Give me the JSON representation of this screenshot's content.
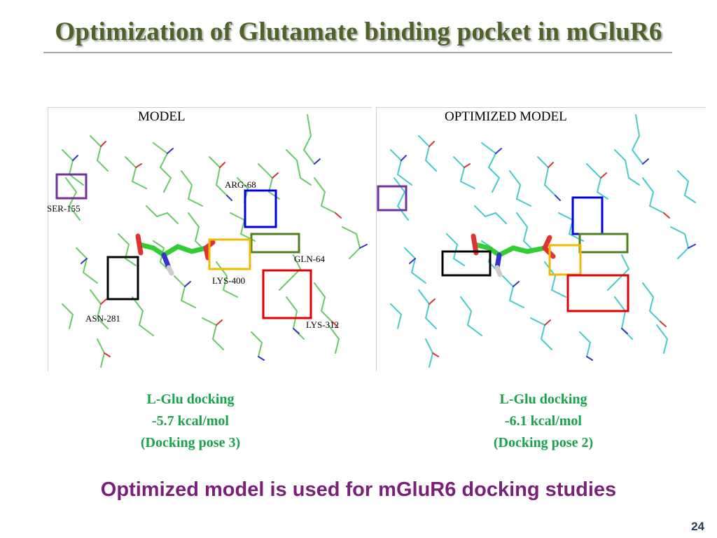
{
  "slide": {
    "title": "Optimization of Glutamate binding pocket in mGluR6",
    "conclusion": "Optimized model is used for mGluR6 docking studies",
    "number": "24"
  },
  "panels": {
    "left": {
      "label": "MODEL",
      "residues": {
        "ser155": "SER-155",
        "arg68": "ARG-68",
        "gln64": "GLN-64",
        "lys400": "LYS-400",
        "asn281": "ASN-281",
        "lys312": "LYS-312"
      },
      "caption": {
        "line1": "L-Glu docking",
        "line2": "-5.7 kcal/mol",
        "line3": "(Docking pose 3)"
      }
    },
    "right": {
      "label": "OPTIMIZED MODEL",
      "caption": {
        "line1": "L-Glu docking",
        "line2": "-6.1 kcal/mol",
        "line3": "(Docking pose 2)"
      }
    }
  },
  "colors": {
    "title": "#4f6228",
    "caption": "#18a34a",
    "conclusion": "#7a1f7a",
    "model_carbon": "#66cc66",
    "optimized_carbon": "#44cccc",
    "nitrogen": "#3333cc",
    "oxygen": "#dd3333",
    "box_purple": "#7030a0",
    "box_blue": "#0000dd",
    "box_green": "#4f7f20",
    "box_yellow": "#f2b800",
    "box_red": "#e00000",
    "box_black": "#000000"
  }
}
